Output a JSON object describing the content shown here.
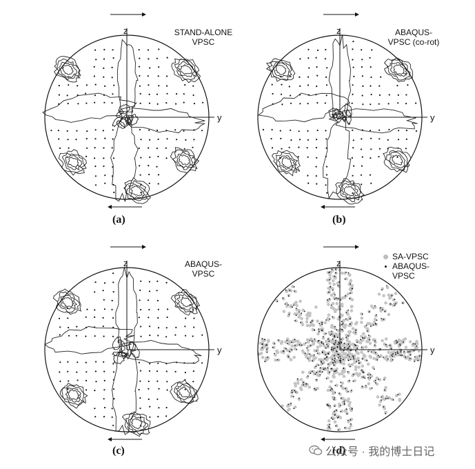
{
  "panels": [
    {
      "id": "a",
      "title_lines": [
        "STAND-ALONE",
        "VPSC"
      ],
      "caption": "(a)",
      "axis_z": "z",
      "axis_y": "y"
    },
    {
      "id": "b",
      "title_lines": [
        "ABAQUS-",
        "VPSC (co-rot)"
      ],
      "caption": "(b)",
      "axis_z": "z",
      "axis_y": "y"
    },
    {
      "id": "c",
      "title_lines": [
        "ABAQUS-",
        "VPSC"
      ],
      "caption": "(c)",
      "axis_z": "z",
      "axis_y": "y"
    },
    {
      "id": "d",
      "caption": "(d)",
      "axis_z": "z",
      "axis_y": "y"
    }
  ],
  "legend": {
    "series_grey": "SA-VPSC",
    "series_black_line1": "ABAQUS-",
    "series_black_line2": "VPSC"
  },
  "watermark": {
    "text": "公众号 · 我的博士日记",
    "icon": "wechat-icon"
  }
}
